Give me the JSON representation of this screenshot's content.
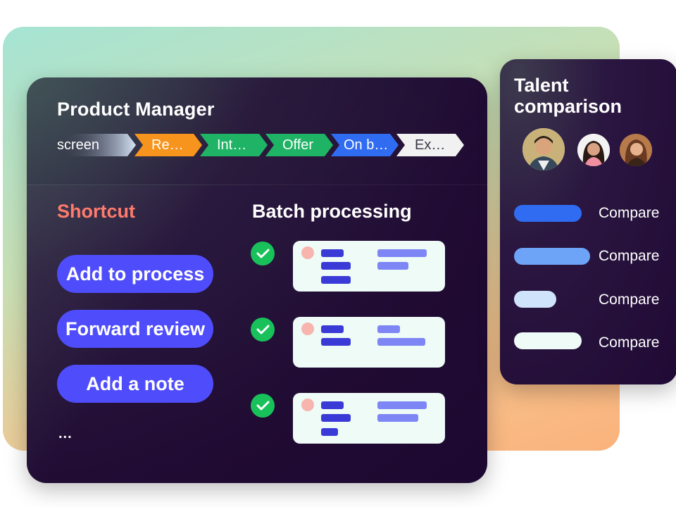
{
  "main": {
    "title": "Product Manager",
    "stages": [
      {
        "label": "screen",
        "color": "gradient-white-blue"
      },
      {
        "label": "Re…",
        "color": "#f7941d"
      },
      {
        "label": "Int…",
        "color": "#1fb365"
      },
      {
        "label": "Offer",
        "color": "#1fb365"
      },
      {
        "label": "On b…",
        "color": "#2f6cf2"
      },
      {
        "label": "Ex…",
        "color": "#f1f1f1"
      }
    ],
    "shortcut": {
      "title": "Shortcut",
      "actions": [
        "Add to process",
        "Forward review",
        "Add a note"
      ],
      "more": "..."
    },
    "batch": {
      "title": "Batch processing",
      "check_icon": "check-circle-icon"
    }
  },
  "side": {
    "title_line1": "Talent",
    "title_line2": "comparison",
    "compare_labels": [
      "Compare",
      "Compare",
      "Compare",
      "Compare"
    ],
    "compare_colors": [
      "#2f6cf2",
      "#6ea4f7",
      "#cfe4fb",
      "#eefbf7"
    ]
  },
  "colors": {
    "accent_pill": "#4f4dfb",
    "shortcut_title": "#ff7b6b",
    "check_green": "#19c15a"
  }
}
